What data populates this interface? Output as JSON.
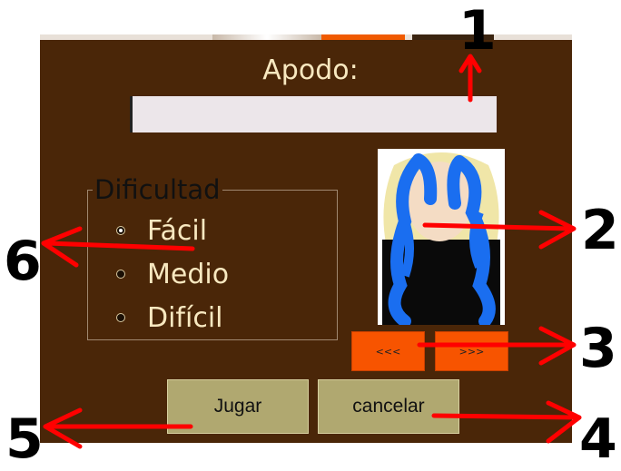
{
  "form": {
    "nickname_label": "Apodo:",
    "nickname_value": "",
    "difficulty_legend": "Dificultad",
    "difficulty_options": [
      "Fácil",
      "Medio",
      "Difícil"
    ],
    "difficulty_selected": "Fácil",
    "prev_label": "<<<",
    "next_label": ">>>",
    "play_label": "Jugar",
    "cancel_label": "cancelar"
  },
  "annotations": {
    "labels": [
      "1",
      "2",
      "3",
      "4",
      "5",
      "6"
    ]
  },
  "colors": {
    "panel_bg": "#4a2608",
    "text": "#f8e8c0",
    "nav_button": "#f75400",
    "action_button": "#b0a870",
    "annotation_arrow": "#ff0000"
  }
}
